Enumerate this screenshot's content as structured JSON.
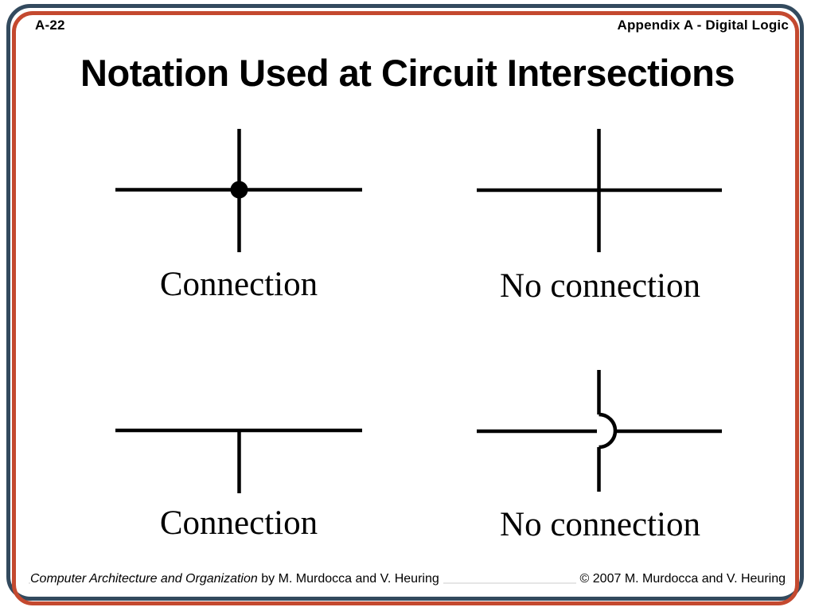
{
  "header": {
    "page_number": "A-22",
    "section": "Appendix A - Digital Logic"
  },
  "title": "Notation Used at Circuit Intersections",
  "diagrams": [
    {
      "position": "top-left",
      "type": "crossing-with-dot",
      "label": "Connection"
    },
    {
      "position": "top-right",
      "type": "crossing-without-dot",
      "label": "No connection"
    },
    {
      "position": "bottom-left",
      "type": "t-junction",
      "label": "Connection"
    },
    {
      "position": "bottom-right",
      "type": "crossing-with-hop",
      "label": "No connection"
    }
  ],
  "footer": {
    "book_title": "Computer Architecture and Organization",
    "book_authors": " by M. Murdocca and V. Heuring",
    "copyright": "© 2007 M. Murdocca and V. Heuring"
  },
  "colors": {
    "border_outer": "#334a5e",
    "border_inner": "#c4492f",
    "line": "#000000"
  }
}
